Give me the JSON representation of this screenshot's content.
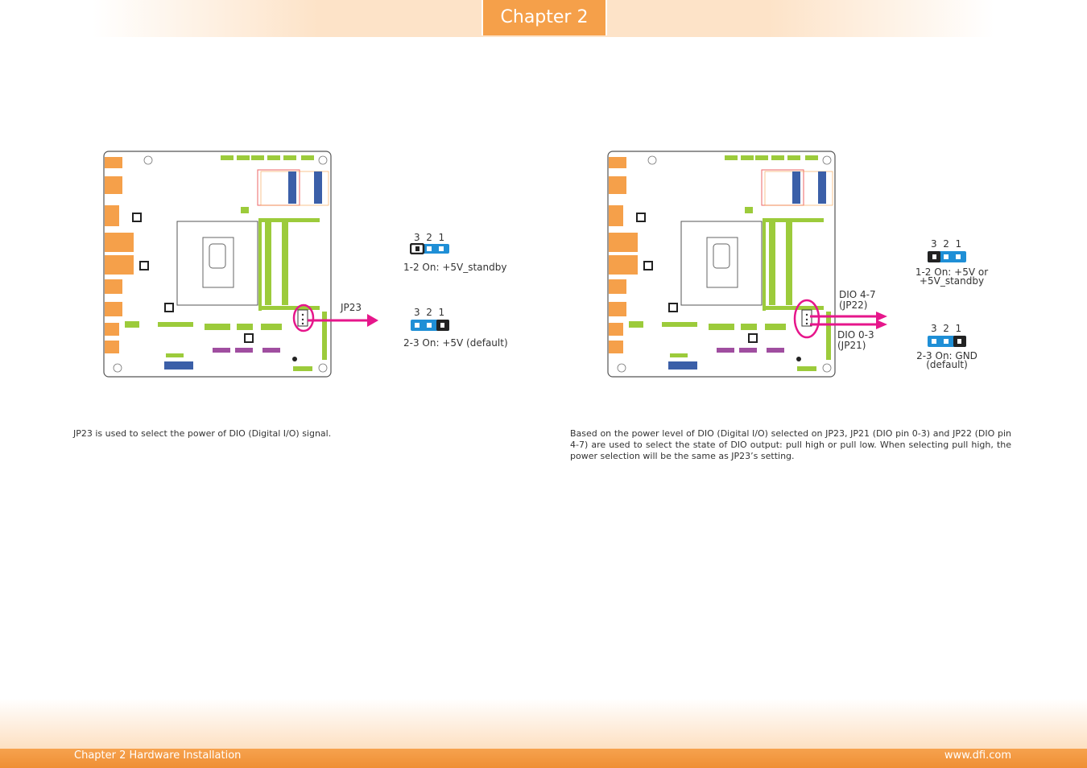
{
  "header": {
    "chapter_tab": "Chapter 2"
  },
  "left_figure": {
    "pointer_label": "JP23",
    "jumper_1": {
      "pins": "3  2  1",
      "caption": "1-2 On: +5V_standby"
    },
    "jumper_2": {
      "pins": "3  2  1",
      "caption": "2-3 On: +5V (default)"
    }
  },
  "right_figure": {
    "pointer_label_upper": [
      "DIO 4-7",
      "(JP22)"
    ],
    "pointer_label_lower": [
      "DIO 0-3",
      "(JP21)"
    ],
    "jumper_1": {
      "pins": "3  2  1",
      "caption": [
        "1-2 On: +5V or",
        "+5V_standby"
      ]
    },
    "jumper_2": {
      "pins": "3  2  1",
      "caption": [
        "2-3 On: GND",
        "(default)"
      ]
    }
  },
  "text": {
    "left": "JP23 is used to select the power of DIO (Digital I/O) signal.",
    "right": "Based on the power level of DIO (Digital I/O) selected on JP23, JP21 (DIO pin 0-3) and JP22 (DIO pin 4-7) are used to select the state of DIO output: pull high or pull low. When selecting pull high, the power selection will be the same as JP23’s setting."
  },
  "footer": {
    "left": "Chapter 2 Hardware Installation",
    "right": "www.dfi.com"
  },
  "colors": {
    "accent": "#f5a04a",
    "pointer": "#e6168b",
    "jumper_blue": "#1f8fd6",
    "board_green": "#9ccb3b"
  }
}
